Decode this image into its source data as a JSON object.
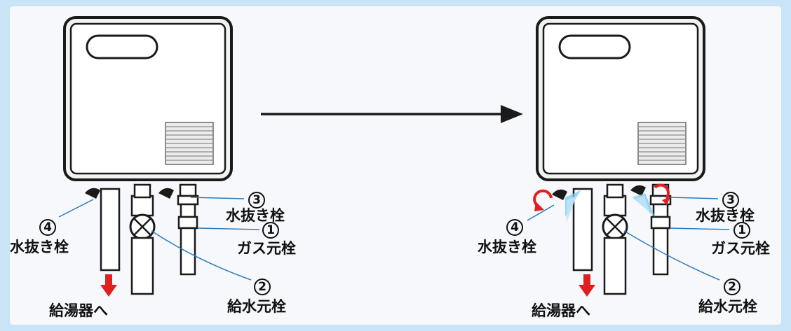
{
  "labels": {
    "drain_plug": "水抜き栓",
    "gas_valve": "ガス元栓",
    "water_supply_valve": "給水元栓",
    "to_heater": "給湯器へ"
  },
  "numbers": {
    "n1": "1",
    "n2": "2",
    "n3": "3",
    "n4": "4"
  },
  "colors": {
    "page_background": "#c9e4f6",
    "line": "#1a1a1a",
    "arrow_red": "#e02020",
    "water_spray": "#7fc8f0"
  },
  "icons": [
    "right-arrow-icon",
    "down-arrow-icon",
    "rotate-open-icon",
    "water-spray-icon"
  ]
}
